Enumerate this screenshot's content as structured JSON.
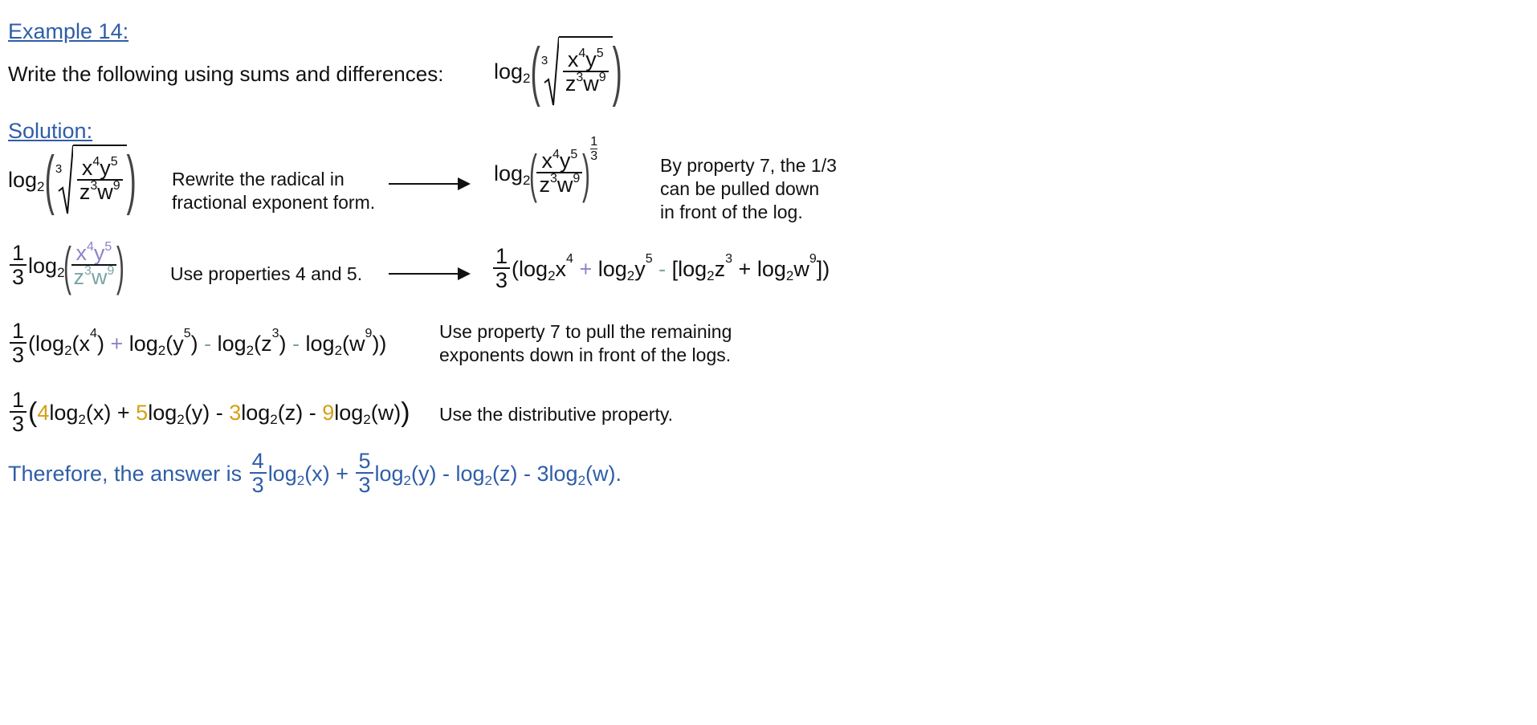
{
  "example_heading": "Example 14:",
  "prompt": "Write the following using sums and differences:",
  "solution_heading": "Solution:",
  "notes": {
    "rewrite_line1": "Rewrite the radical in",
    "rewrite_line2": "fractional exponent form.",
    "prop7_line1": "By property 7, the 1/3",
    "prop7_line2": "can be pulled down",
    "prop7_line3": "in front of the log.",
    "props45": "Use properties 4 and 5.",
    "prop7b_line1": "Use property 7 to pull the remaining",
    "prop7b_line2": "exponents down in front of the logs.",
    "distributive": "Use the distributive property."
  },
  "answer_prefix": "Therefore, the answer is",
  "math": {
    "log": "log",
    "base": "2",
    "root_index": "3",
    "one": "1",
    "three": "3",
    "four": "4",
    "five": "5",
    "nine": "9",
    "x": "x",
    "y": "y",
    "z": "z",
    "w": "w"
  },
  "colors": {
    "heading": "#2f5da8",
    "numerator_terms": "#8a84c9",
    "denominator_terms": "#7aa5a5",
    "coefficients": "#d4a017",
    "answer": "#2f5da8"
  }
}
